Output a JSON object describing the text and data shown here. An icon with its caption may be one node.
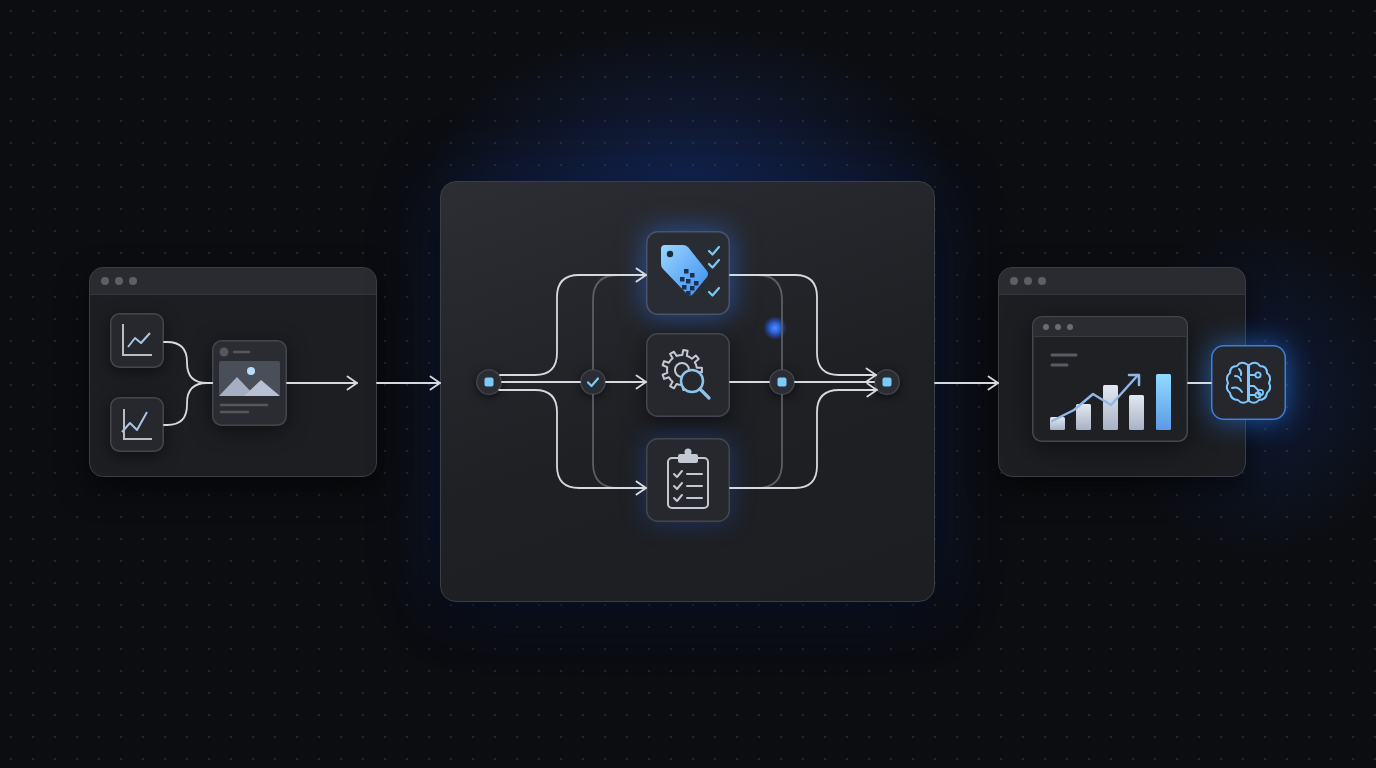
{
  "diagram": {
    "nodes": [
      {
        "text": [],
        "shape": "box"
      },
      {
        "text": [],
        "shape": "picture",
        "in": 0
      },
      {
        "text": [],
        "shape": "picture",
        "in": 0
      },
      {
        "text": [],
        "shape": "picture",
        "in": 0
      },
      {
        "text": [],
        "shape": "box"
      },
      {
        "text": [],
        "shape": "circle",
        "in": 4
      },
      {
        "text": [],
        "shape": "circle",
        "in": 4
      },
      {
        "text": [],
        "shape": "picture",
        "in": 4
      },
      {
        "text": [],
        "shape": "picture",
        "in": 4
      },
      {
        "text": [],
        "shape": "picture",
        "in": 4
      },
      {
        "text": [],
        "shape": "circle",
        "in": 4
      },
      {
        "text": [],
        "shape": "circle",
        "in": 4
      },
      {
        "text": [],
        "shape": "box"
      },
      {
        "text": [],
        "shape": "picture",
        "in": 12
      },
      {
        "text": [],
        "shape": "picture"
      }
    ],
    "edges": [
      {
        "from": 1,
        "to": 3,
        "arrow": "none"
      },
      {
        "from": 2,
        "to": 3,
        "arrow": "none"
      },
      {
        "from": 3,
        "to": null,
        "arrow": "to"
      },
      {
        "from": 0,
        "to": 4,
        "arrow": "to"
      },
      {
        "from": 5,
        "to": 7,
        "arrow": "to"
      },
      {
        "from": 5,
        "to": 6,
        "arrow": "none"
      },
      {
        "from": 6,
        "to": 8,
        "arrow": "to"
      },
      {
        "from": 5,
        "to": 9,
        "arrow": "to"
      },
      {
        "from": 6,
        "to": 7,
        "arrow": "to",
        "color": "#5b5e66"
      },
      {
        "from": 6,
        "to": 9,
        "arrow": "to",
        "color": "#5b5e66"
      },
      {
        "from": 7,
        "to": 11,
        "arrow": "to"
      },
      {
        "from": 8,
        "to": 10,
        "arrow": "none"
      },
      {
        "from": 10,
        "to": 11,
        "arrow": "none"
      },
      {
        "from": 9,
        "to": 11,
        "arrow": "to"
      },
      {
        "from": 7,
        "to": 10,
        "arrow": "none",
        "color": "#5b5e66"
      },
      {
        "from": 9,
        "to": 10,
        "arrow": "none",
        "color": "#5b5e66"
      },
      {
        "from": 4,
        "to": 12,
        "arrow": "to"
      },
      {
        "from": 13,
        "to": 14,
        "arrow": "none"
      }
    ]
  }
}
